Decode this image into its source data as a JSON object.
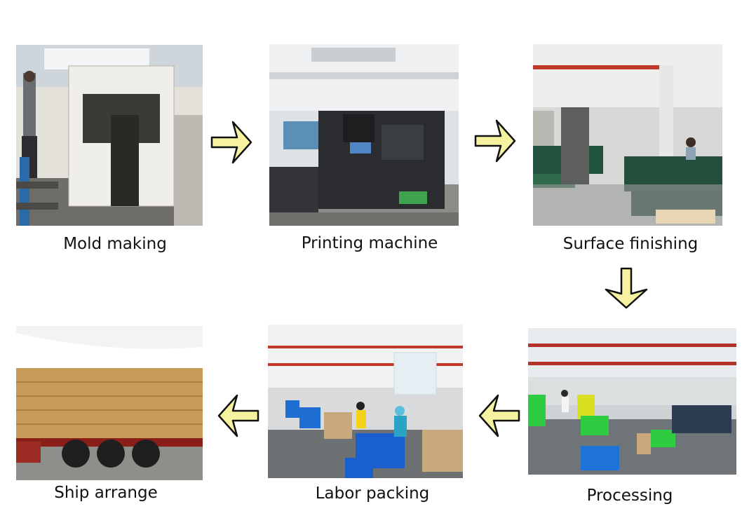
{
  "steps": [
    {
      "label": "Mold making",
      "icon": "die-cutting-machine-photo"
    },
    {
      "label": "Printing machine",
      "icon": "offset-printing-press-photo"
    },
    {
      "label": "Surface finishing",
      "icon": "laminating-line-photo"
    },
    {
      "label": "Processing",
      "icon": "processing-workshop-photo"
    },
    {
      "label": "Labor packing",
      "icon": "packing-workshop-photo"
    },
    {
      "label": "Ship arrange",
      "icon": "loaded-truck-photo"
    }
  ],
  "colors": {
    "arrow_fill": "#f6f2a0",
    "arrow_stroke": "#111111",
    "caption": "#111111"
  }
}
